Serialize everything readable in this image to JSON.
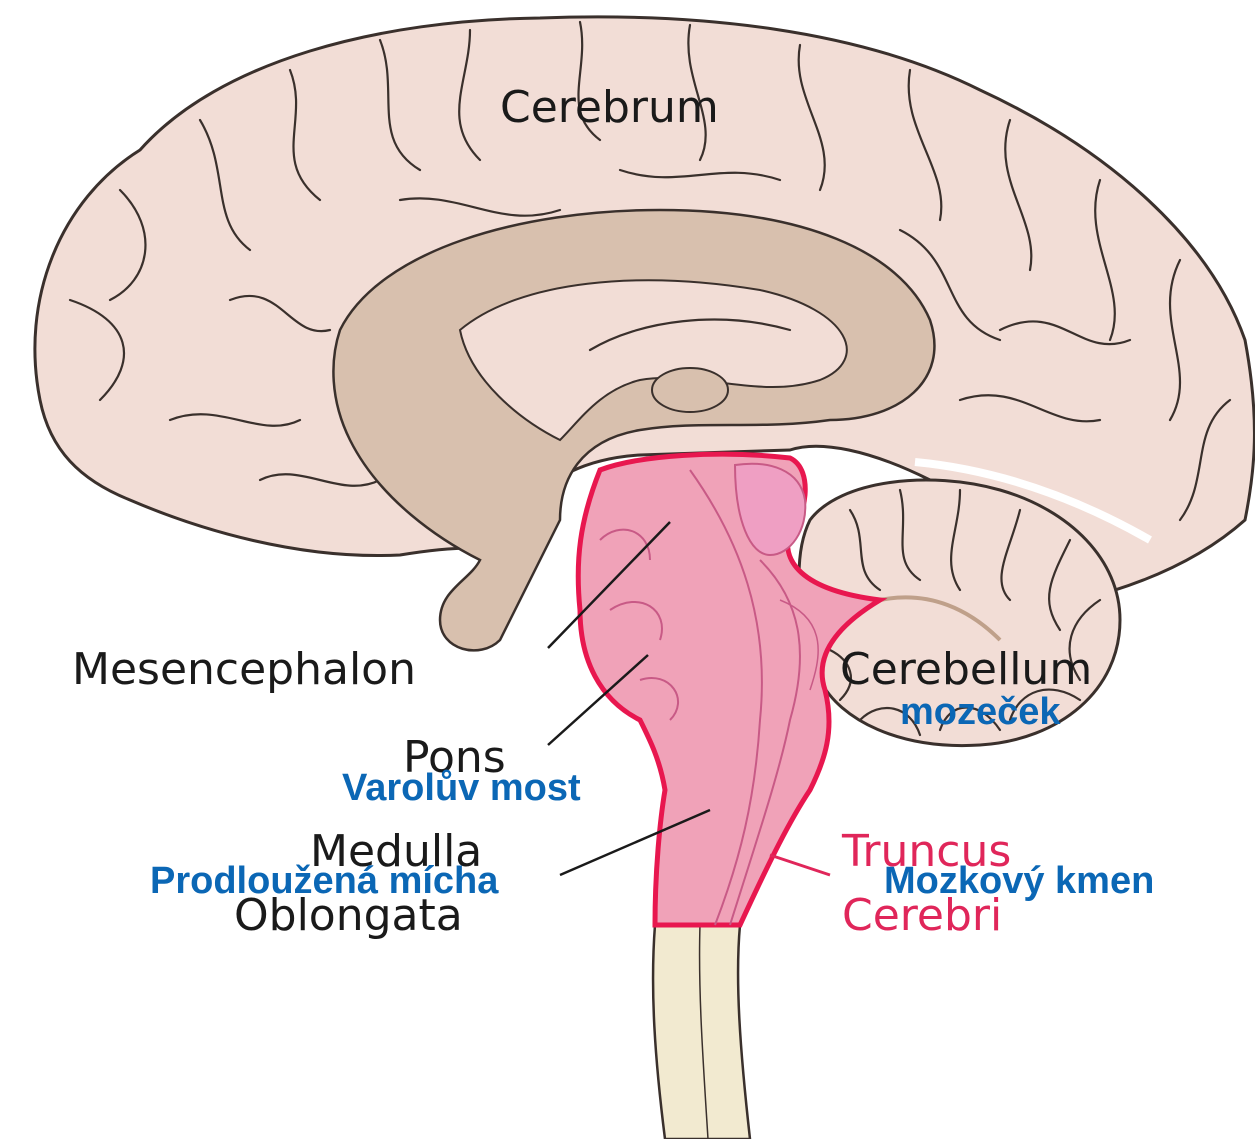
{
  "labels": {
    "cerebrum": "Cerebrum",
    "mesencephalon": "Mesencephalon",
    "cerebellum": "Cerebellum",
    "cerebellum_cz": "mozeček",
    "pons": "Pons",
    "pons_cz": "Varolův most",
    "medulla_line1": "Medulla",
    "medulla_line2": "Oblongata",
    "medulla_cz": "Prodloužená mícha",
    "truncus_line1": "Truncus",
    "truncus_line2": "Cerebri",
    "truncus_cz": "Mozkový kmen"
  },
  "colors": {
    "cortex": "#f2ddd6",
    "inner": "#d8c0ae",
    "brainstem": "#f0a2b8",
    "brainstem_outline": "#e8174f",
    "spinal_cord": "#f2ead0",
    "label_black": "#1a1a1a",
    "label_red": "#e0265a",
    "label_blue": "#0b67b5"
  }
}
